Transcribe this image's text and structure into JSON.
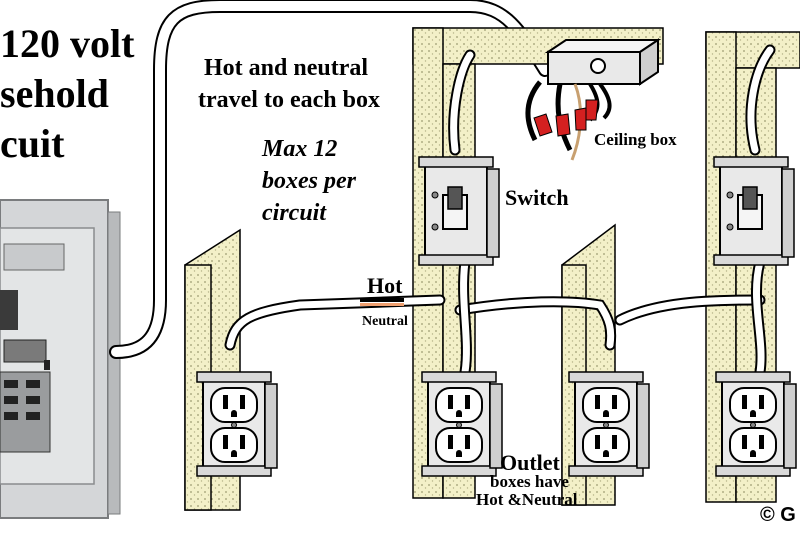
{
  "title": {
    "line1": "120 volt",
    "line2": "sehold",
    "line3": "cuit"
  },
  "labels": {
    "travel_line1": "Hot and neutral",
    "travel_line2": "travel to each box",
    "max_line1": "Max 12",
    "max_line2": "boxes per",
    "max_line3": "circuit",
    "ceiling_box": "Ceiling box",
    "switch": "Switch",
    "hot": "Hot",
    "neutral": "Neutral",
    "outlet_line1": "Outlet",
    "outlet_line2": "boxes have",
    "outlet_line3": "Hot &Neutral",
    "copyright": "© G"
  },
  "colors": {
    "stud": "#f3f0c8",
    "stud_dots": "#9c9a70",
    "wire_red": "#d42020",
    "panel": "#d4d6d8"
  }
}
